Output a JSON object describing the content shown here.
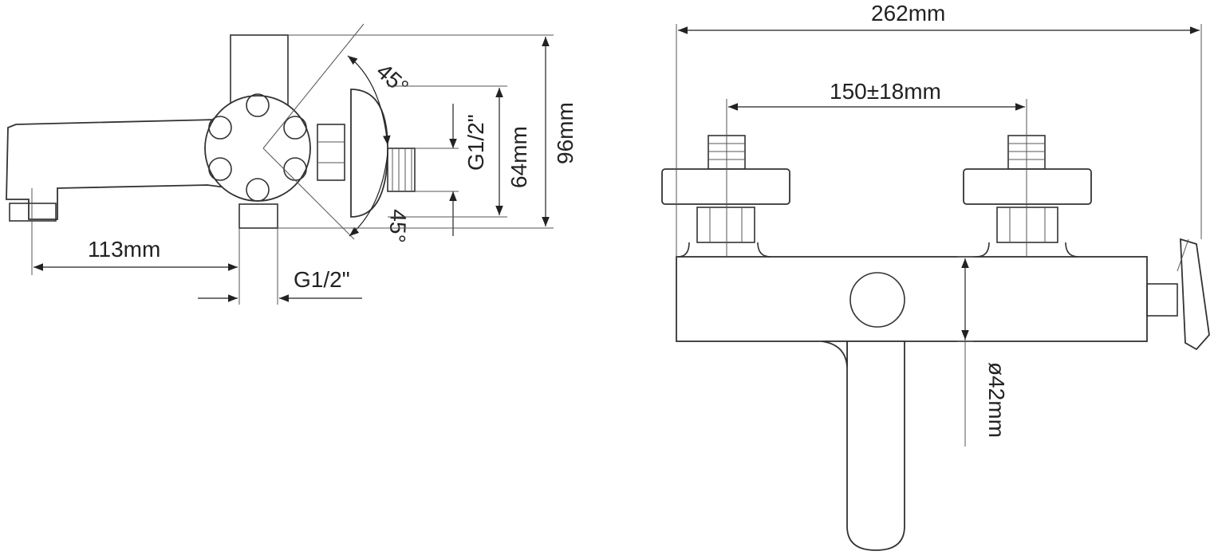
{
  "side_view": {
    "angle_top": "45°",
    "angle_bottom": "45°",
    "inlet_thread_vertical": "G1/2\"",
    "height_inner": "64mm",
    "height_outer": "96mm",
    "spout_reach": "113mm",
    "outlet_thread": "G1/2\""
  },
  "front_view": {
    "overall_width": "262mm",
    "inlet_spacing": "150±18mm",
    "body_diameter": "ø42mm"
  },
  "colors": {
    "line": "#333333",
    "background": "#ffffff"
  }
}
